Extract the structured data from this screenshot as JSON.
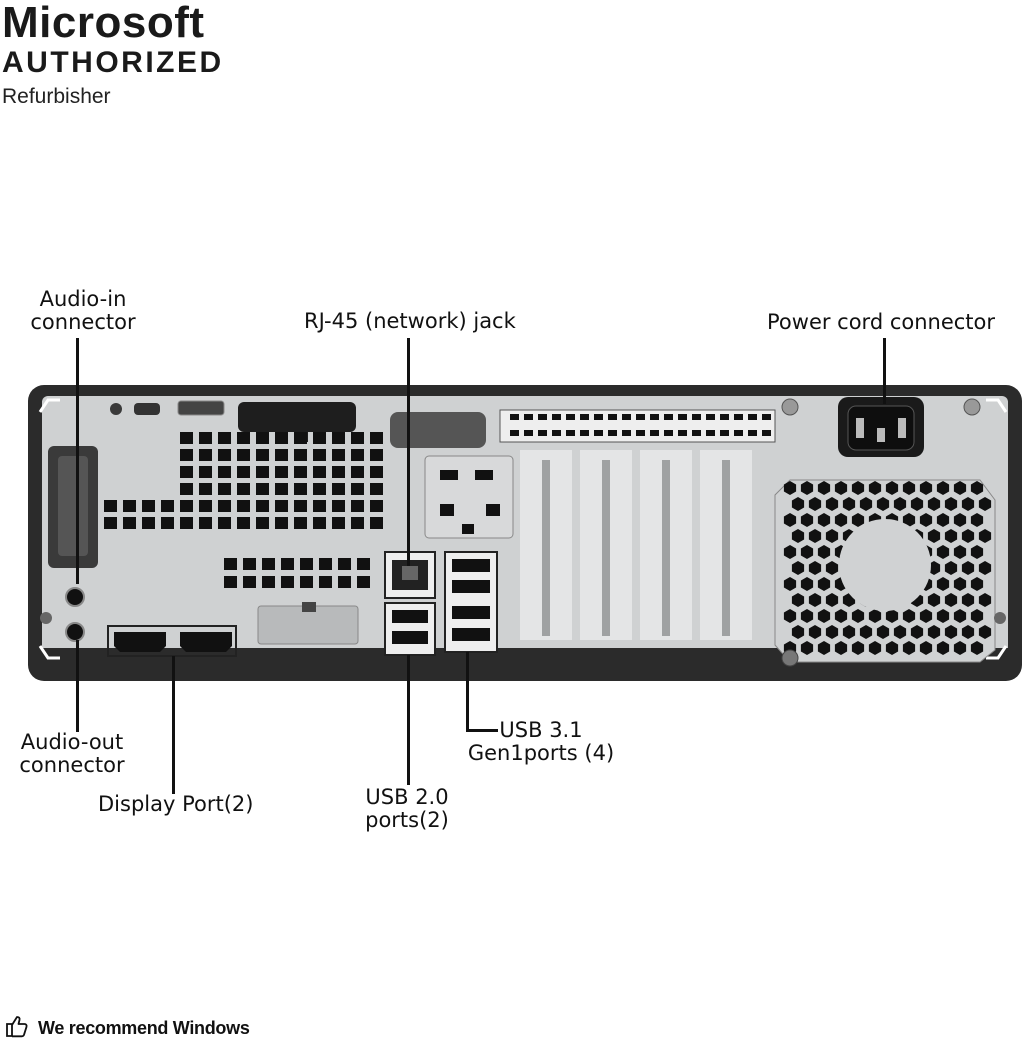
{
  "branding": {
    "line1": "Microsoft",
    "line2": "AUTHORIZED",
    "line3": "Refurbisher"
  },
  "labels": {
    "audio_in": [
      "Audio-in",
      "connector"
    ],
    "rj45": "RJ-45 (network) jack",
    "power": "Power cord connector",
    "audio_out": [
      "Audio-out",
      "connector"
    ],
    "display_port": "Display Port(2)",
    "usb2": [
      "USB 2.0",
      "ports(2)"
    ],
    "usb31": [
      "USB 3.1",
      "Gen1ports (4)"
    ]
  },
  "footer": {
    "icon": "thumbs-up-icon",
    "text": "We recommend Windows"
  },
  "colors": {
    "chassis_frame": "#2b2b2b",
    "panel_silver": "#c9cbcc",
    "vent_black": "#111111",
    "text": "#111111"
  }
}
